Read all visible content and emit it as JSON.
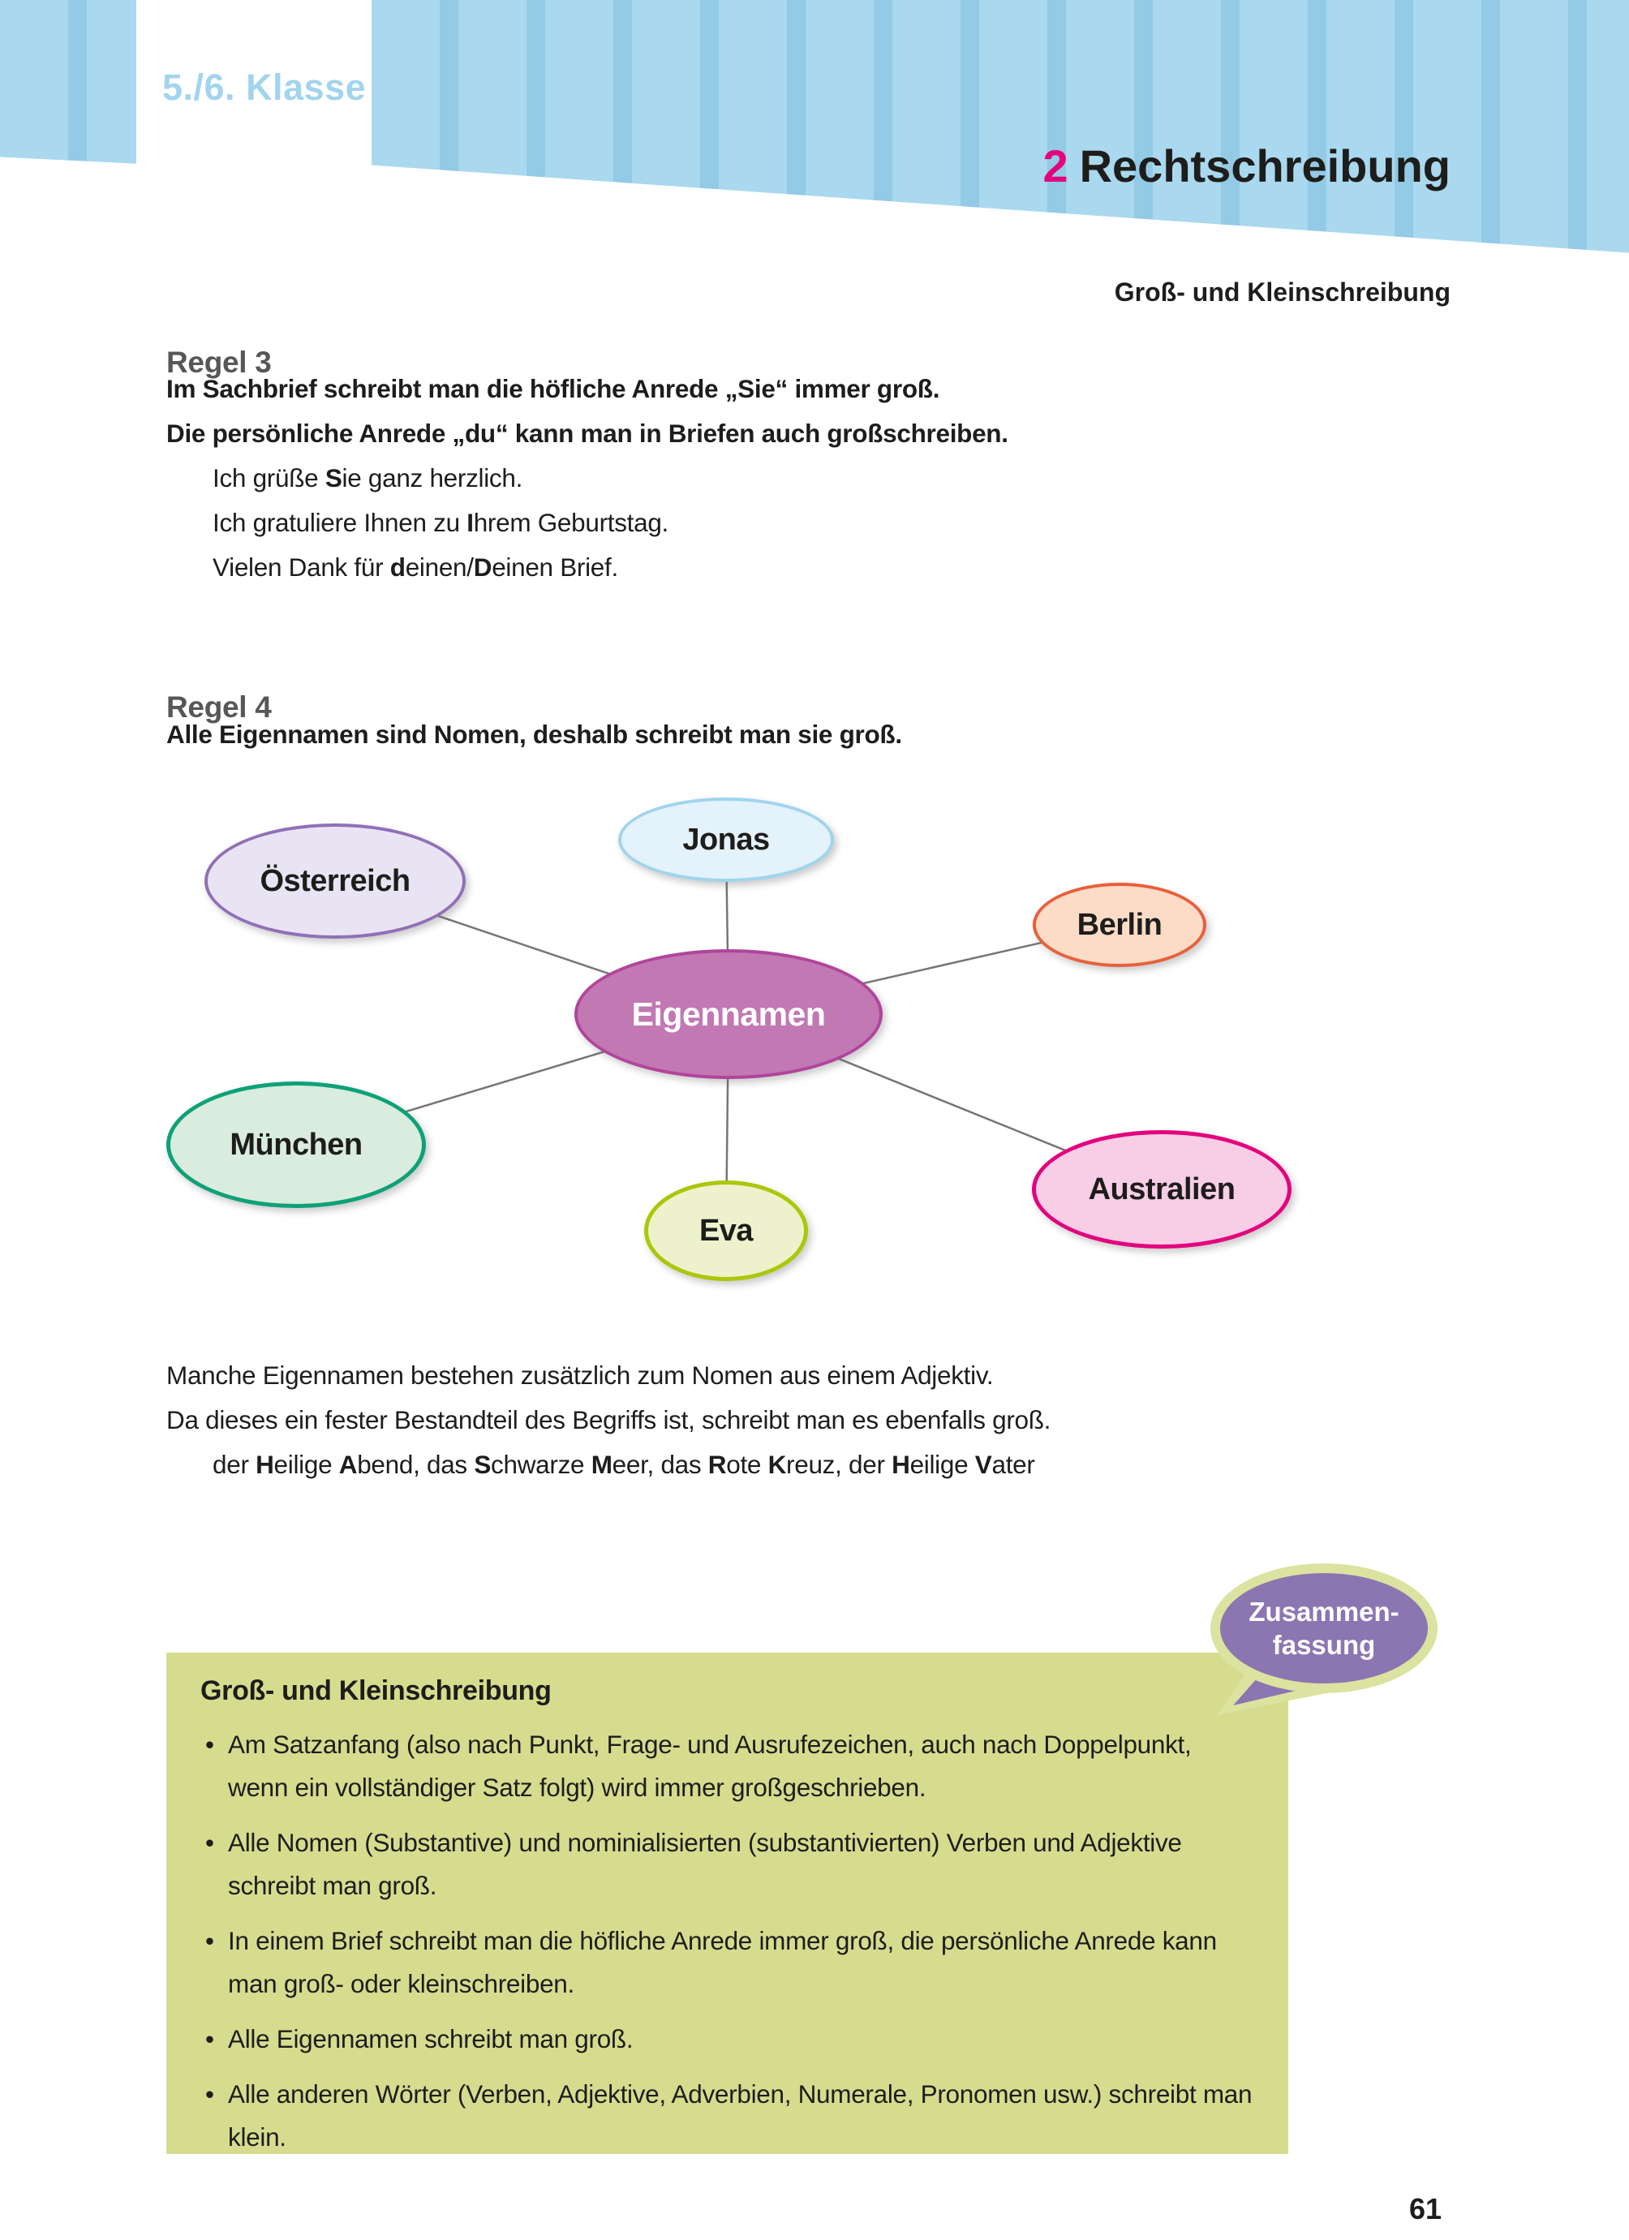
{
  "header": {
    "grade_label": "5./6. Klasse",
    "chapter_number": "2",
    "chapter_title": "Rechtschreibung",
    "section_title": "Groß- und Kleinschreibung"
  },
  "colors": {
    "header_stripe_light": "#a9d8ef",
    "header_stripe_dark": "#93cae6",
    "grade_text": "#a2d4ee",
    "chapter_number": "#e5007d",
    "regel_heading": "#575756",
    "body_text": "#1d1d1b",
    "connector_line": "#767676",
    "summary_box_bg": "#d6dc8e",
    "bubble_fill": "#8b76b2",
    "bubble_ring": "#dce3a0"
  },
  "regel3": {
    "heading": "Regel 3",
    "rule_lines": [
      "Im Sachbrief schreibt man die höfliche Anrede „Sie“ immer groß.",
      "Die persönliche Anrede „du“ kann man in Briefen auch großschreiben."
    ],
    "examples": [
      [
        {
          "t": "Ich grüße ",
          "b": false
        },
        {
          "t": "S",
          "b": true
        },
        {
          "t": "ie ganz herzlich.",
          "b": false
        }
      ],
      [
        {
          "t": "Ich gratuliere Ihnen zu ",
          "b": false
        },
        {
          "t": "I",
          "b": true
        },
        {
          "t": "hrem Geburtstag.",
          "b": false
        }
      ],
      [
        {
          "t": "Vielen Dank für ",
          "b": false
        },
        {
          "t": "d",
          "b": true
        },
        {
          "t": "einen/",
          "b": false
        },
        {
          "t": "D",
          "b": true
        },
        {
          "t": "einen Brief.",
          "b": false
        }
      ]
    ]
  },
  "regel4": {
    "heading": "Regel 4",
    "rule_line": "Alle Eigennamen sind Nomen, deshalb schreibt man sie groß."
  },
  "diagram": {
    "center": {
      "label": "Eigennamen",
      "fill": "#c178b3",
      "border": "#b1449b"
    },
    "nodes": [
      {
        "id": "oesterreich",
        "label": "Österreich",
        "fill": "#e9e4f3",
        "border": "#9070b7"
      },
      {
        "id": "jonas",
        "label": "Jonas",
        "fill": "#e4f2fb",
        "border": "#a0d4ee"
      },
      {
        "id": "berlin",
        "label": "Berlin",
        "fill": "#fcdcc6",
        "border": "#e7603c"
      },
      {
        "id": "muenchen",
        "label": "München",
        "fill": "#d9ecdd",
        "border": "#0ea178"
      },
      {
        "id": "eva",
        "label": "Eva",
        "fill": "#edf2cc",
        "border": "#abc709"
      },
      {
        "id": "australien",
        "label": "Australien",
        "fill": "#f8cde6",
        "border": "#e3017d"
      }
    ]
  },
  "adjektiv": {
    "lines": [
      "Manche Eigennamen bestehen zusätzlich zum Nomen aus einem Adjektiv.",
      "Da dieses ein fester Bestandteil des Begriffs ist, schreibt man es ebenfalls groß."
    ],
    "example_segments": [
      {
        "t": "der ",
        "b": false
      },
      {
        "t": "H",
        "b": true
      },
      {
        "t": "eilige ",
        "b": false
      },
      {
        "t": "A",
        "b": true
      },
      {
        "t": "bend, das ",
        "b": false
      },
      {
        "t": "S",
        "b": true
      },
      {
        "t": "chwarze ",
        "b": false
      },
      {
        "t": "M",
        "b": true
      },
      {
        "t": "eer, das ",
        "b": false
      },
      {
        "t": "R",
        "b": true
      },
      {
        "t": "ote ",
        "b": false
      },
      {
        "t": "K",
        "b": true
      },
      {
        "t": "reuz, der ",
        "b": false
      },
      {
        "t": "H",
        "b": true
      },
      {
        "t": "eilige ",
        "b": false
      },
      {
        "t": "V",
        "b": true
      },
      {
        "t": "ater",
        "b": false
      }
    ]
  },
  "summary": {
    "bubble_line1": "Zusammen-",
    "bubble_line2": "fassung",
    "heading": "Groß- und Kleinschreibung",
    "bullets": [
      "Am Satzanfang (also nach Punkt, Frage- und Ausrufezeichen, auch nach Doppelpunkt, wenn ein vollständiger Satz folgt) wird immer großgeschrieben.",
      "Alle Nomen (Substantive) und nominialisierten (substantivierten) Verben und Adjektive schreibt man groß.",
      "In einem Brief schreibt man die höfliche Anrede immer groß, die persönliche Anrede kann man groß- oder kleinschreiben.",
      "Alle Eigennamen schreibt man groß.",
      "Alle anderen Wörter (Verben, Adjektive, Adverbien, Numerale, Pronomen usw.) schreibt man klein."
    ]
  },
  "page_number": "61"
}
